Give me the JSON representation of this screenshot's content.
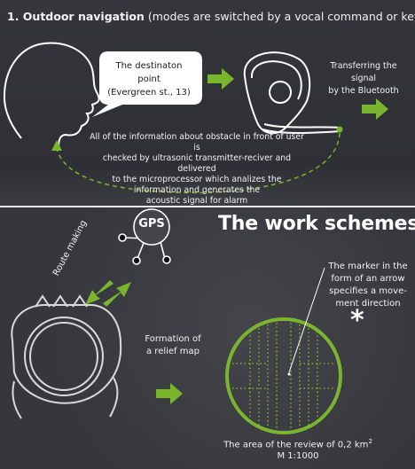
{
  "top": {
    "heading_bold": "1. Outdoor navigation",
    "heading_rest": " (modes are switched by a vocal command or key pressing)",
    "bubble_line1": "The destinaton point",
    "bubble_line2": "(Evergreen st., 13)",
    "bt_line1": "Transferring the signal",
    "bt_line2": "by the Bluetooth",
    "info_lines": [
      "All of the information about obstacle in front of user is",
      "checked by ultrasonic transmitter-reciver and delivered",
      "to the microprocessor which analizes the",
      "information and generates the",
      "acoustic signal for alarm"
    ]
  },
  "bottom": {
    "title": "The work schemes",
    "gps": "GPS",
    "route": "Route making",
    "relief_line1": "Formation of",
    "relief_line2": "a relief map",
    "marker_lines": [
      "The marker in the",
      "form of an arrow",
      "specifies a move-",
      "ment direction"
    ],
    "asterisk": "*",
    "area_line1": "The area of the review of 0,2 km",
    "area_sup": "2",
    "area_line2": "M 1:1000"
  },
  "colors": {
    "accent_green": "#7ab52e",
    "background": "#3a3b40",
    "text": "#f2f2f2"
  }
}
